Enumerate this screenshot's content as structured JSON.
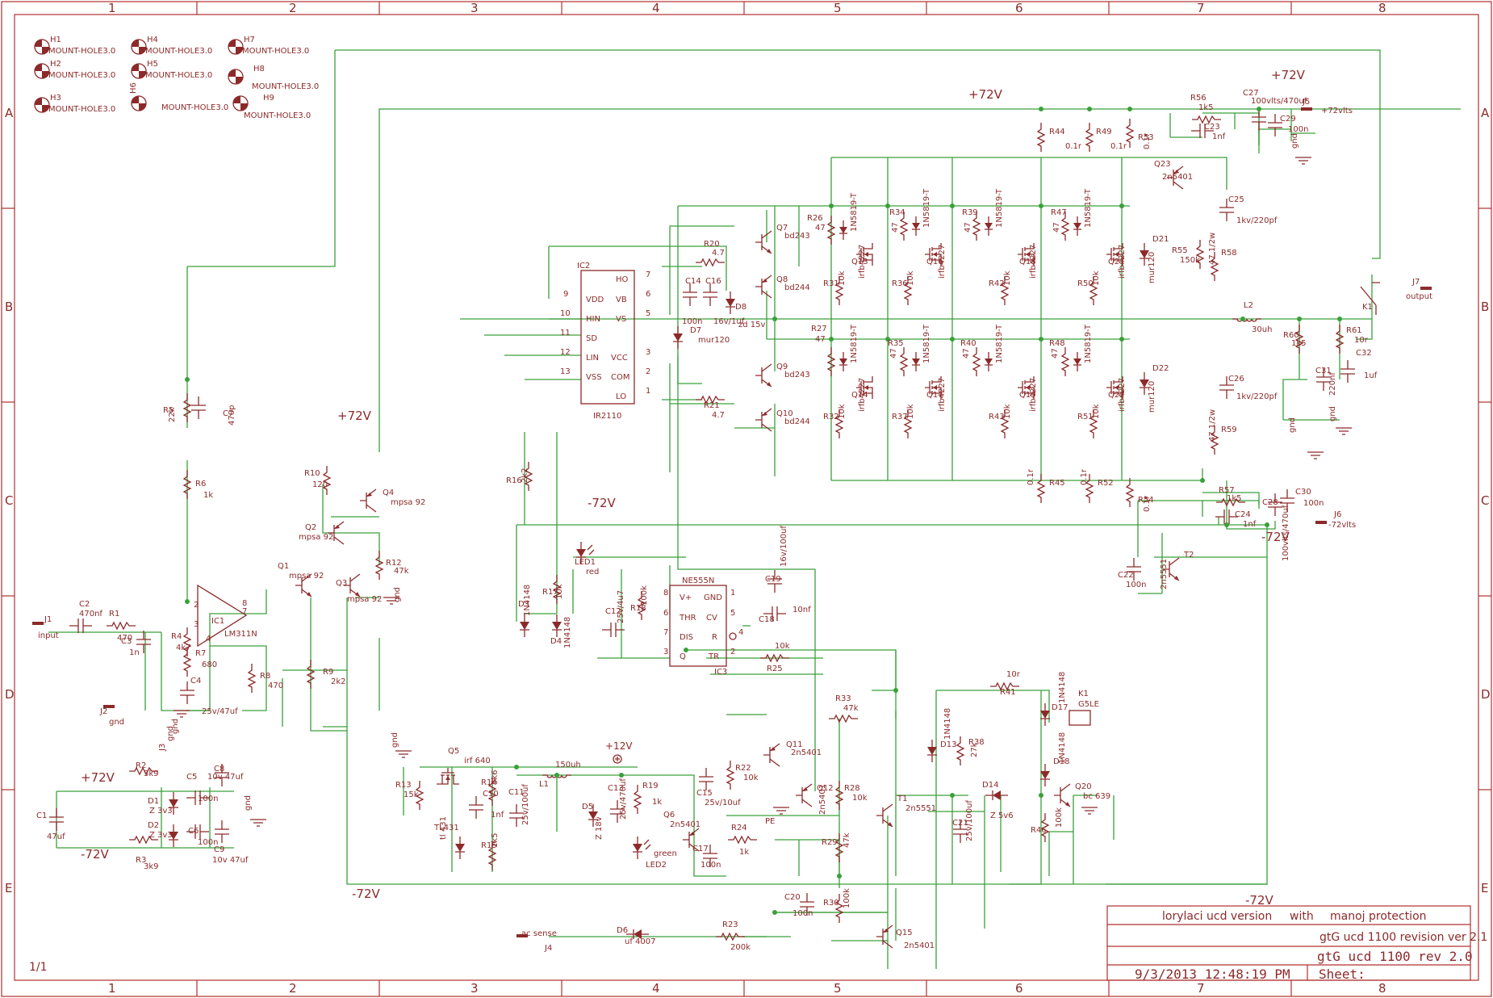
{
  "grid": {
    "columns": [
      "1",
      "2",
      "3",
      "4",
      "5",
      "6",
      "7",
      "8"
    ],
    "rows": [
      "A",
      "B",
      "C",
      "D",
      "E"
    ]
  },
  "mount_holes": [
    {
      "ref": "H1",
      "label": "MOUNT-HOLE3.0"
    },
    {
      "ref": "H2",
      "label": "MOUNT-HOLE3.0"
    },
    {
      "ref": "H3",
      "label": "MOUNT-HOLE3.0"
    },
    {
      "ref": "H4",
      "label": "MOUNT-HOLE3.0"
    },
    {
      "ref": "H5",
      "label": "MOUNT-HOLE3.0"
    },
    {
      "ref": "H6",
      "label": "MOUNT-HOLE3.0"
    },
    {
      "ref": "H7",
      "label": "MOUNT-HOLE3.0"
    },
    {
      "ref": "H8",
      "label": "MOUNT-HOLE3.0"
    },
    {
      "ref": "H9",
      "label": "MOUNT-HOLE3.0"
    }
  ],
  "nets": {
    "p72_a": "+72V",
    "p72_b": "+72V",
    "p72_c": "+72V",
    "p72_d": "+72V",
    "m72_a": "-72V",
    "m72_b": "-72V",
    "m72_c": "-72V",
    "m72_d": "-72V",
    "m72_e": "-72V",
    "p12": "+12V",
    "gnd": "gnd"
  },
  "connectors": {
    "j1": "J1",
    "j1_name": "input",
    "j2": "J2",
    "j2_name": "gnd",
    "j3": "J3",
    "j3_name": "gnd",
    "j4": "J4",
    "j4_name": "ac sense",
    "j5": "J5",
    "j5_name": "+72vlts",
    "j6": "J6",
    "j6_name": "-72vlts",
    "j7": "J7",
    "j7_name": "output",
    "k1": "K1",
    "k1_model": "G5LE",
    "pe": "PE"
  },
  "ics": {
    "ic2": "IC2",
    "ic2_model": "IR2110",
    "ic2_pins": [
      "HO",
      "VB",
      "VS",
      "VDD",
      "HIN",
      "SD",
      "LIN",
      "VCC",
      "VSS",
      "COM",
      "LO"
    ],
    "ic2_nums": [
      "7",
      "6",
      "5",
      "9",
      "10",
      "11",
      "12",
      "3",
      "13",
      "2",
      "1"
    ],
    "ic3": "IC3",
    "ic3_model": "NE555N",
    "ic3_pins": [
      "V+",
      "GND",
      "THR",
      "CV",
      "DIS",
      "R",
      "Q",
      "TR"
    ],
    "ic3_nums": [
      "8",
      "1",
      "6",
      "5",
      "7",
      "4",
      "3",
      "2"
    ],
    "ic1": "IC1",
    "ic1_model": "LM311N",
    "ic1_nums": [
      "2",
      "3",
      "7",
      "4",
      "8"
    ]
  },
  "parts": [
    {
      "ref": "R5",
      "value": "22k"
    },
    {
      "ref": "C7",
      "value": "470p"
    },
    {
      "ref": "R6",
      "value": "1k"
    },
    {
      "ref": "C2",
      "value": "470nf"
    },
    {
      "ref": "R1",
      "value": "470"
    },
    {
      "ref": "C3",
      "value": "1n"
    },
    {
      "ref": "R4",
      "value": "4k7"
    },
    {
      "ref": "R7",
      "value": "680"
    },
    {
      "ref": "C4",
      "value": "25v/47uf"
    },
    {
      "ref": "R8",
      "value": "470"
    },
    {
      "ref": "R10",
      "value": "120"
    },
    {
      "ref": "Q4",
      "value": "mpsa 92"
    },
    {
      "ref": "Q2",
      "value": "mpsa 92"
    },
    {
      "ref": "R12",
      "value": "47k"
    },
    {
      "ref": "Q1",
      "value": "mpsa 92"
    },
    {
      "ref": "Q3",
      "value": "mpsa 92"
    },
    {
      "ref": "R9",
      "value": "2k2"
    },
    {
      "ref": "R2",
      "value": "3k9"
    },
    {
      "ref": "R3",
      "value": "3k9"
    },
    {
      "ref": "D1",
      "value": "Z 3v3"
    },
    {
      "ref": "D2",
      "value": "Z 3v3"
    },
    {
      "ref": "C5",
      "value": "100n"
    },
    {
      "ref": "C6",
      "value": "100n"
    },
    {
      "ref": "C8",
      "value": "10v 47uf"
    },
    {
      "ref": "C9",
      "value": "10v 47uf"
    },
    {
      "ref": "C1",
      "value": "47uf"
    },
    {
      "ref": "R20",
      "value": "4.7"
    },
    {
      "ref": "R21",
      "value": "4.7"
    },
    {
      "ref": "Q7",
      "value": "bd243"
    },
    {
      "ref": "Q8",
      "value": "bd244"
    },
    {
      "ref": "Q9",
      "value": "bd243"
    },
    {
      "ref": "Q10",
      "value": "bd244"
    },
    {
      "ref": "C14",
      "value": "100n"
    },
    {
      "ref": "C16",
      "value": "16v/1uf"
    },
    {
      "ref": "D8",
      "value": "zd 15v"
    },
    {
      "ref": "D7",
      "value": "mur120"
    },
    {
      "ref": "R16",
      "value": "2k2"
    },
    {
      "ref": "R26",
      "value": "47"
    },
    {
      "ref": "R27",
      "value": "47"
    },
    {
      "ref": "R34",
      "value": "47"
    },
    {
      "ref": "R35",
      "value": "47"
    },
    {
      "ref": "R39",
      "value": "47"
    },
    {
      "ref": "R40",
      "value": "47"
    },
    {
      "ref": "R47",
      "value": "47"
    },
    {
      "ref": "R48",
      "value": "47"
    },
    {
      "ref": "R31",
      "value": "10k"
    },
    {
      "ref": "R36",
      "value": "10k"
    },
    {
      "ref": "R42",
      "value": "10k"
    },
    {
      "ref": "R50",
      "value": "10k"
    },
    {
      "ref": "R32",
      "value": "10k"
    },
    {
      "ref": "R37",
      "value": "10k"
    },
    {
      "ref": "R43",
      "value": "10k"
    },
    {
      "ref": "R51",
      "value": "10k"
    },
    {
      "ref": "Q13",
      "value": "irfb4227"
    },
    {
      "ref": "Q16",
      "value": "irfb4227"
    },
    {
      "ref": "Q18",
      "value": "irfb4227"
    },
    {
      "ref": "Q21",
      "value": "irfb4227"
    },
    {
      "ref": "Q14",
      "value": "irfb4227"
    },
    {
      "ref": "Q17",
      "value": "irfb4227"
    },
    {
      "ref": "Q19",
      "value": "irfb4227"
    },
    {
      "ref": "Q22",
      "value": "irfb4227"
    },
    {
      "ref": "D21",
      "value": "mur120"
    },
    {
      "ref": "D22",
      "value": "mur120"
    },
    {
      "ref": "R44",
      "value": "0.1r"
    },
    {
      "ref": "R49",
      "value": "0.1r"
    },
    {
      "ref": "R53",
      "value": "0.1r"
    },
    {
      "ref": "R45",
      "value": "0.1r"
    },
    {
      "ref": "R52",
      "value": "0.1r"
    },
    {
      "ref": "R54",
      "value": "0.1r"
    },
    {
      "ref": "R56",
      "value": "1k5"
    },
    {
      "ref": "C23",
      "value": "1nf"
    },
    {
      "ref": "C27",
      "value": "100vlts/470uf"
    },
    {
      "ref": "C29",
      "value": "100n"
    },
    {
      "ref": "Q23",
      "value": "2n5401"
    },
    {
      "ref": "C25",
      "value": "1kv/220pf"
    },
    {
      "ref": "R55",
      "value": "150k"
    },
    {
      "ref": "R58",
      "value": "47 1/2w"
    },
    {
      "ref": "L2",
      "value": "30uh"
    },
    {
      "ref": "R60",
      "value": "1k5"
    },
    {
      "ref": "R61",
      "value": "10r"
    },
    {
      "ref": "C31",
      "value": "220nf"
    },
    {
      "ref": "C32",
      "value": "1uf"
    },
    {
      "ref": "C26",
      "value": "1kv/220pf"
    },
    {
      "ref": "R59",
      "value": "47 1/2w"
    },
    {
      "ref": "R57",
      "value": "1k5"
    },
    {
      "ref": "C24",
      "value": "1nf"
    },
    {
      "ref": "C28",
      "value": "100vlts/470uf"
    },
    {
      "ref": "C30",
      "value": "100n"
    },
    {
      "ref": "T2",
      "value": "2n5551"
    },
    {
      "ref": "C22",
      "value": "100n"
    },
    {
      "ref": "LED1",
      "value": "red"
    },
    {
      "ref": "R17",
      "value": "10k"
    },
    {
      "ref": "D3",
      "value": "1N4148"
    },
    {
      "ref": "D4",
      "value": "1N4148"
    },
    {
      "ref": "C12",
      "value": "25v/4u7"
    },
    {
      "ref": "R18",
      "value": "100k"
    },
    {
      "ref": "C19",
      "value": "16v/100uf"
    },
    {
      "ref": "C18",
      "value": "10nf"
    },
    {
      "ref": "R25",
      "value": "10k"
    },
    {
      "ref": "Q5",
      "value": "irf 640"
    },
    {
      "ref": "R13",
      "value": "15k"
    },
    {
      "ref": "C10",
      "value": "1nf"
    },
    {
      "ref": "R14",
      "value": "5k6"
    },
    {
      "ref": "C11",
      "value": "25v/100uf"
    },
    {
      "ref": "R15",
      "value": "1k5"
    },
    {
      "ref": "TL431",
      "value": "tl 431"
    },
    {
      "ref": "L1",
      "value": "150uh"
    },
    {
      "ref": "D5",
      "value": "Z 18v"
    },
    {
      "ref": "C13",
      "value": "25v/470uf"
    },
    {
      "ref": "R19",
      "value": "1k"
    },
    {
      "ref": "LED2",
      "value": "green"
    },
    {
      "ref": "Q6",
      "value": "2n5401"
    },
    {
      "ref": "C17",
      "value": "100n"
    },
    {
      "ref": "R24",
      "value": "1k"
    },
    {
      "ref": "C15",
      "value": "25v/10uf"
    },
    {
      "ref": "R22",
      "value": "10k"
    },
    {
      "ref": "Q11",
      "value": "2n5401"
    },
    {
      "ref": "Q12",
      "value": "2n5401"
    },
    {
      "ref": "R28",
      "value": "10k"
    },
    {
      "ref": "R33",
      "value": "47k"
    },
    {
      "ref": "R29",
      "value": "47k"
    },
    {
      "ref": "T1",
      "value": "2n5551"
    },
    {
      "ref": "C20",
      "value": "100n"
    },
    {
      "ref": "R30",
      "value": "100k"
    },
    {
      "ref": "Q15",
      "value": "2n5401"
    },
    {
      "ref": "R23",
      "value": "200k"
    },
    {
      "ref": "D6",
      "value": "uf 4007"
    },
    {
      "ref": "D13",
      "value": "1N4148"
    },
    {
      "ref": "R38",
      "value": "27k"
    },
    {
      "ref": "C21",
      "value": "25v/100uf"
    },
    {
      "ref": "R41",
      "value": "10r"
    },
    {
      "ref": "D14",
      "value": "Z 5v6"
    },
    {
      "ref": "D17",
      "value": "1N4148"
    },
    {
      "ref": "D18",
      "value": "1N4148"
    },
    {
      "ref": "Q20",
      "value": "bc 639"
    },
    {
      "ref": "R46",
      "value": "100k"
    }
  ],
  "schottky": "1N5819-T",
  "title_block": {
    "line1_left": "lorylaci ucd version",
    "line1_mid": "with",
    "line1_right": "manoj protection",
    "line2": "gtG ucd 1100 revision ver 2.1",
    "line3": "gtG ucd 1100 rev 2.0",
    "date": "9/3/2013 12:48:19 PM",
    "sheet_label": "Sheet:",
    "sheet_num": "1/1"
  },
  "colors": {
    "frame": "#b03030",
    "wire": "#3aa03a",
    "symbol": "#8c2a2a"
  }
}
